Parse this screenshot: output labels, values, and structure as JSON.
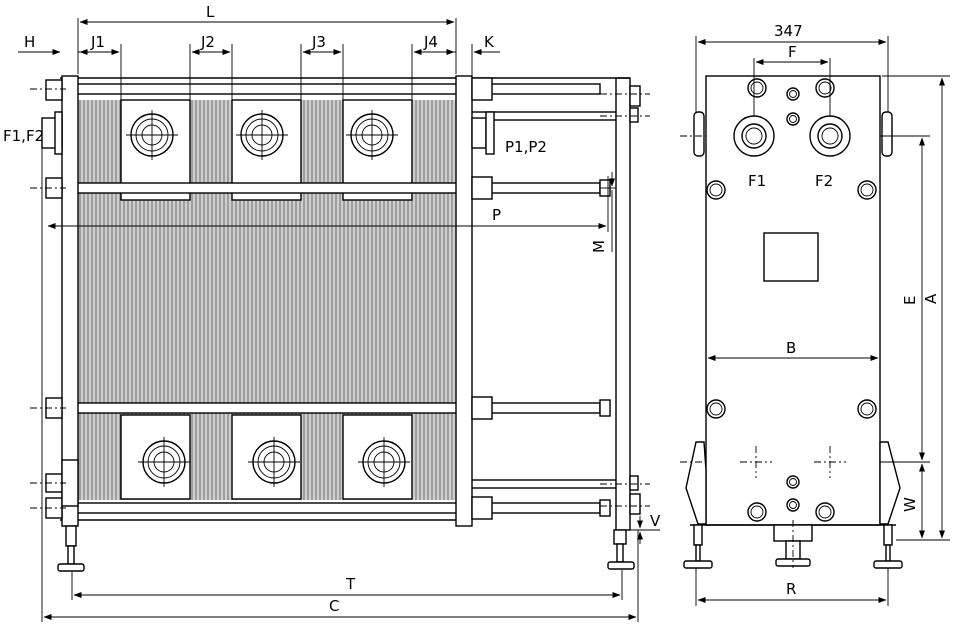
{
  "labels": {
    "L": "L",
    "H": "H",
    "J1": "J1",
    "J2": "J2",
    "J3": "J3",
    "J4": "J4",
    "K": "K",
    "F1F2": "F1,F2",
    "P1P2": "P1,P2",
    "P": "P",
    "M": "M",
    "V": "V",
    "T": "T",
    "C": "C",
    "dim347": "347",
    "F": "F",
    "F1": "F1",
    "F2": "F2",
    "B": "B",
    "E": "E",
    "A": "A",
    "W": "W",
    "R": "R"
  }
}
